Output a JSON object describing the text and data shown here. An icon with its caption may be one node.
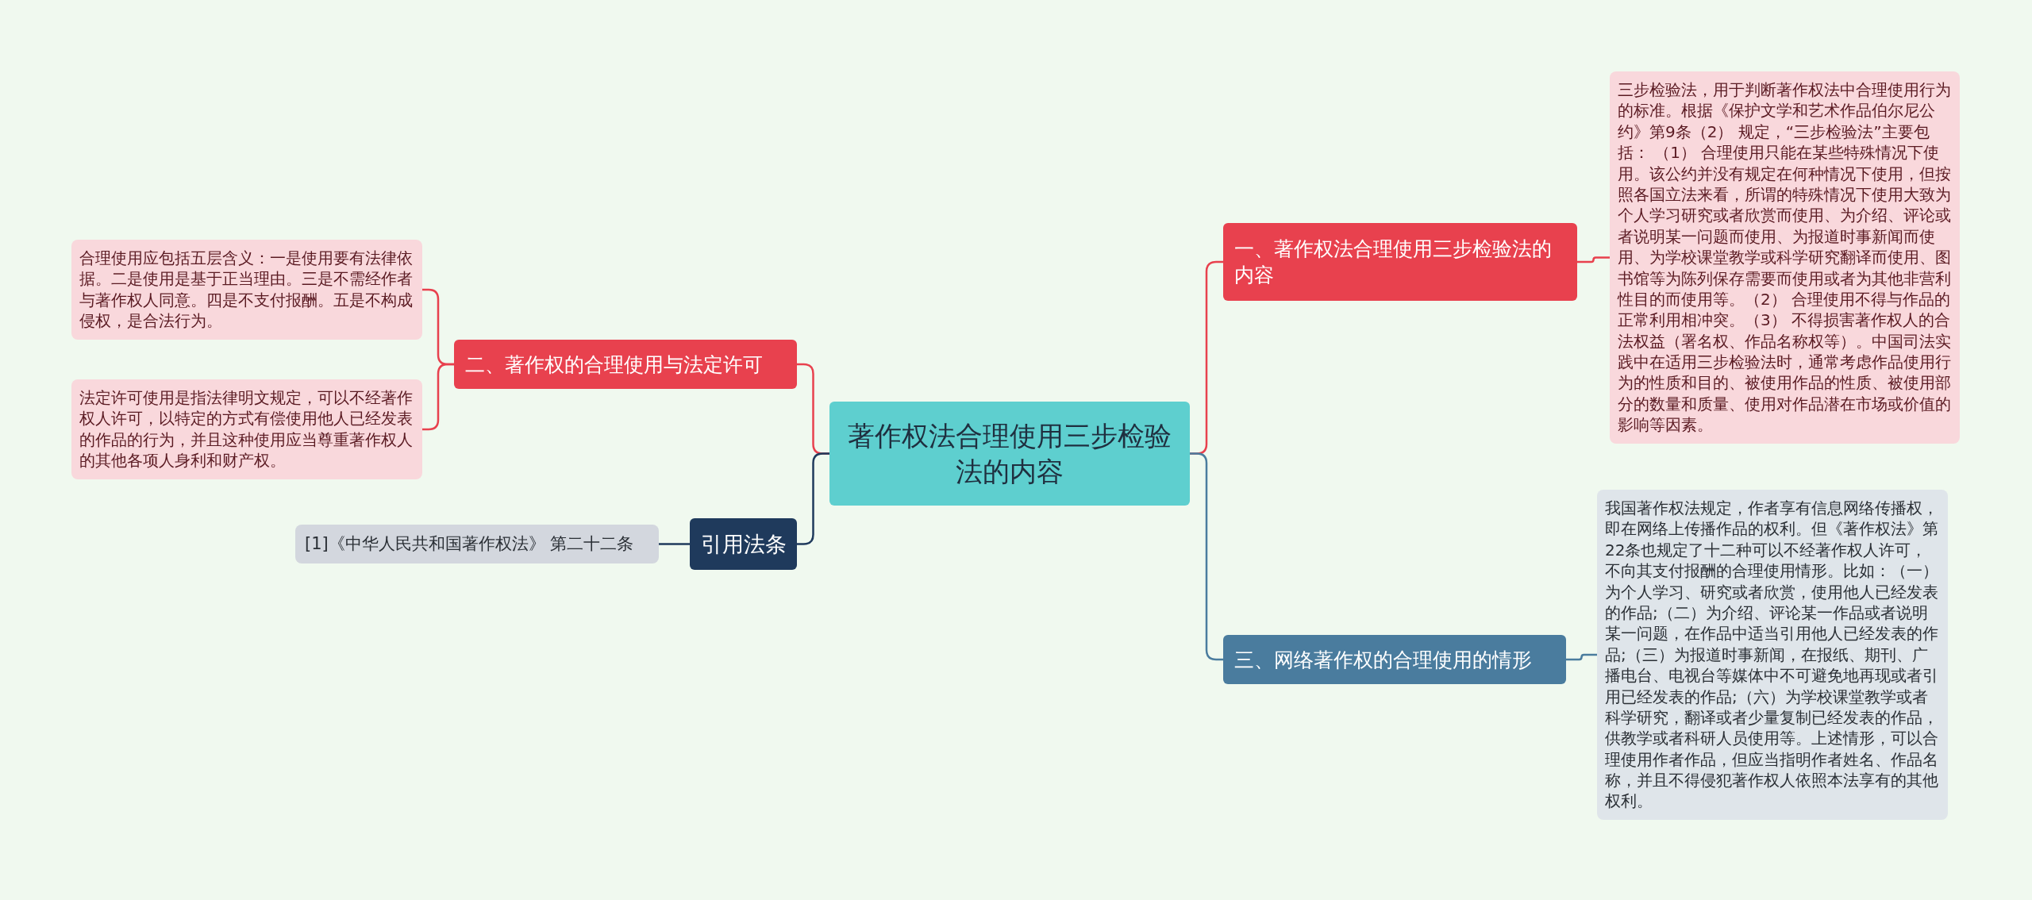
{
  "diagram": {
    "nodes": [
      {
        "text": [
          "著作权法合理使用三步检验法的内容"
        ]
      },
      {
        "text": [
          "一、著作权法合理使用三步检验法的内容"
        ]
      },
      {
        "text": [
          "三步检验法，用于判断著作权法中合理使用行为的标准。根据《保护文学和艺术作品伯尔尼公约》第9条（2） 规定，“三步检验法”主要包括： （1） 合理使用只能在某些特殊情况下使用。该公约并没有规定在何种情况下使用，但按照各国立法来看，所谓的特殊情况下使用大致为个人学习研究或者欣赏而使用、为介绍、评论或者说明某一问题而使用、为报道时事新闻而使用、为学校课堂教学或科学研究翻译而使用、图书馆等为陈列保存需要而使用或者为其他非营利性目的而使用等。（2） 合理使用不得与作品的正常利用相冲突。（3） 不得损害著作权人的合法权益（署名权、作品名称权等）。中国司法实践中在适用三步检验法时，通常考虑作品使用行为的性质和目的、被使用作品的性质、被使用部分的数量和质量、使用对作品潜在市场或价值的影响等因素。"
        ]
      },
      {
        "text": [
          "三、网络著作权的合理使用的情形"
        ]
      },
      {
        "text": [
          "我国著作权法规定，作者享有信息网络传播权，即在网络上传播作品的权利。但《著作权法》第22条也规定了十二种可以不经著作权人许可，不向其支付报酬的合理使用情形。比如：（一）为个人学习、研究或者欣赏，使用他人已经发表的作品;（二）为介绍、评论某一作品或者说明某一问题，在作品中适当引用他人已经发表的作品;（三）为报道时事新闻，在报纸、期刊、广播电台、电视台等媒体中不可避免地再现或者引用已经发表的作品;（六）为学校课堂教学或者科学研究，翻译或者少量复制已经发表的作品，供教学或者科研人员使用等。上述情形，可以合理使用作者作品，但应当指明作者姓名、作品名称，并且不得侵犯著作权人依照本法享有的其他权利。"
        ]
      },
      {
        "text": [
          "二、著作权的合理使用与法定许可"
        ]
      },
      {
        "text": [
          "合理使用应包括五层含义：一是使用要有法律依据。二是使用是基于正当理由。三是不需经作者与著作权人同意。四是不支付报酬。五是不构成侵权，是合法行为。"
        ]
      },
      {
        "text": [
          "法定许可使用是指法律明文规定，可以不经著作权人许可，以特定的方式有偿使用他人已经发表的作品的行为，并且这种使用应当尊重著作权人的其他各项人身利和财产权。"
        ]
      },
      {
        "text": [
          "引用法条"
        ]
      },
      {
        "text": [
          "[1]《中华人民共和国著作权法》 第二十二条"
        ]
      }
    ],
    "edges": [
      {
        "from": 0,
        "to": 1,
        "arrow": "none"
      },
      {
        "from": 1,
        "to": 2,
        "arrow": "none"
      },
      {
        "from": 0,
        "to": 3,
        "arrow": "none",
        "color": "#4a7c9e"
      },
      {
        "from": 3,
        "to": 4,
        "arrow": "none",
        "color": "#4a7c9e"
      },
      {
        "from": 0,
        "to": 5,
        "arrow": "none"
      },
      {
        "from": 5,
        "to": 6,
        "arrow": "none"
      },
      {
        "from": 5,
        "to": 7,
        "arrow": "none"
      },
      {
        "from": 0,
        "to": 8,
        "arrow": "none",
        "color": "#1f3a5c"
      },
      {
        "from": 8,
        "to": 9,
        "arrow": "none",
        "color": "#1f3a5c"
      }
    ]
  }
}
